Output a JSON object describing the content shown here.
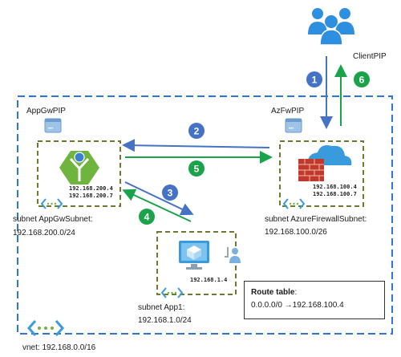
{
  "client": {
    "label": "ClientPIP"
  },
  "vnet": {
    "label": "vnet: 192.168.0.0/16"
  },
  "appgw": {
    "pip_label": "AppGwPIP",
    "ips": [
      "192.168.200.4",
      "192.168.200.7"
    ],
    "subnet_label": "subnet AppGwSubnet:",
    "subnet_cidr": "192.168.200.0/24"
  },
  "firewall": {
    "pip_label": "AzFwPIP",
    "ips": [
      "192.168.100.4",
      "192.168.100.7"
    ],
    "subnet_label": "subnet AzureFirewallSubnet:",
    "subnet_cidr": "192.168.100.0/26"
  },
  "app": {
    "ip": "192.168.1.4",
    "subnet_label": "subnet App1:",
    "subnet_cidr": "192.168.1.0/24"
  },
  "route_table": {
    "title": "Route table",
    "route": "0.0.0.0/0 →192.168.100.4"
  },
  "steps": [
    {
      "num": "1",
      "color": "#4472c4"
    },
    {
      "num": "2",
      "color": "#4472c4"
    },
    {
      "num": "3",
      "color": "#4472c4"
    },
    {
      "num": "4",
      "color": "#1aa34a"
    },
    {
      "num": "5",
      "color": "#1aa34a"
    },
    {
      "num": "6",
      "color": "#1aa34a"
    }
  ],
  "colors": {
    "vnet_border": "#2e75d6",
    "subnet_border": "#6b7a2f",
    "azure_blue": "#3a9bdc",
    "firewall_red": "#c0392b",
    "appgw_green": "#6fb43f"
  }
}
